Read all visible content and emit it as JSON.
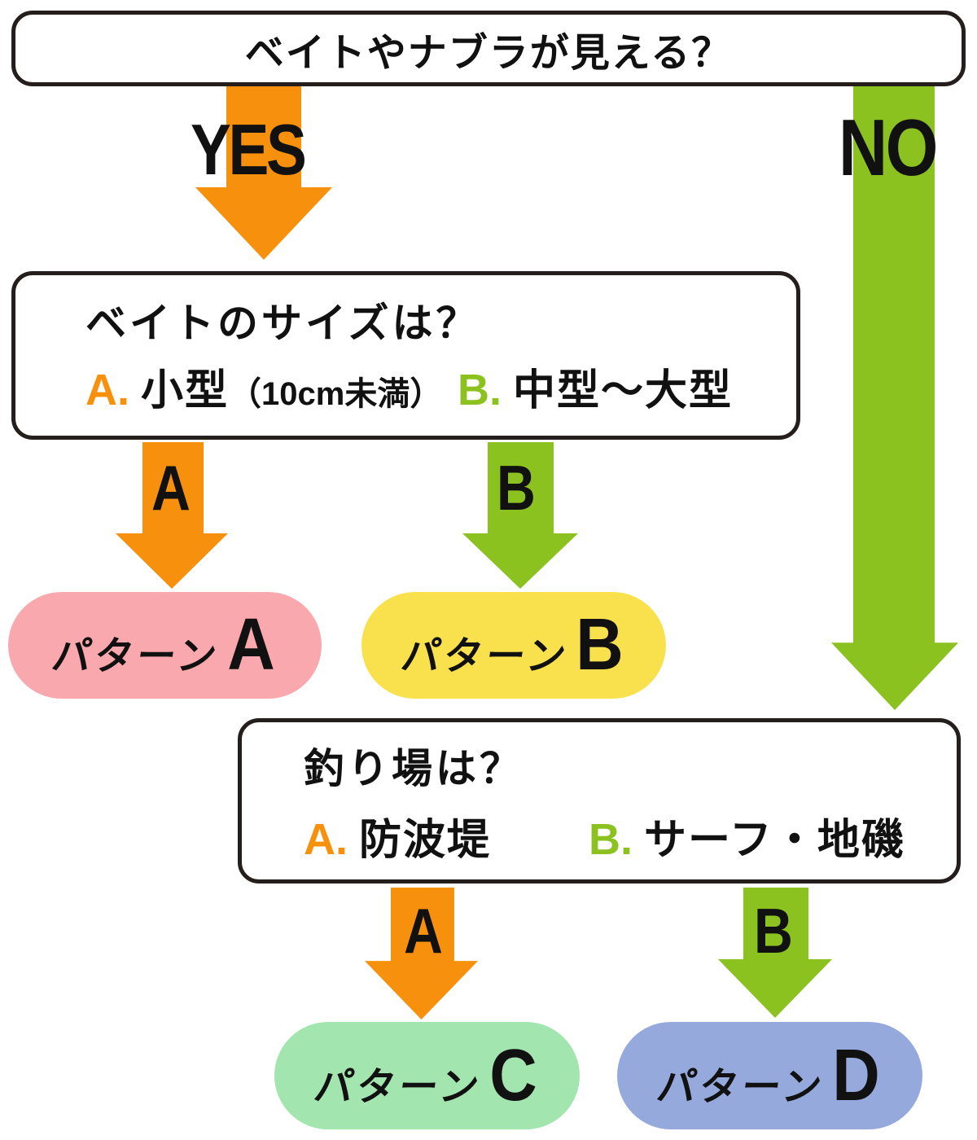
{
  "title_box": {
    "text": "ベイトやナブラが見える？"
  },
  "branch_labels": {
    "yes": "YES",
    "no": "NO"
  },
  "size_box": {
    "heading": "ベイトのサイズは？",
    "option_a": {
      "letter": "A.",
      "text": "小型",
      "note": "（10cm未満）"
    },
    "option_b": {
      "letter": "B.",
      "text": "中型～大型"
    }
  },
  "size_arrows": {
    "a": "A",
    "b": "B"
  },
  "place_box": {
    "heading": "釣り場は？",
    "option_a": {
      "letter": "A.",
      "text": "防波堤"
    },
    "option_b": {
      "letter": "B.",
      "text": "サーフ・地磯"
    }
  },
  "place_arrows": {
    "a": "A",
    "b": "B"
  },
  "pills": {
    "a": {
      "prefix": "パターン",
      "letter": "A"
    },
    "b": {
      "prefix": "パターン",
      "letter": "B"
    },
    "c": {
      "prefix": "パターン",
      "letter": "C"
    },
    "d": {
      "prefix": "パターン",
      "letter": "D"
    }
  },
  "colors": {
    "orange": "#F7900D",
    "green": "#8CC220",
    "pink": "#F9A9AD",
    "yellow": "#F9E14D",
    "mint": "#A2E5AF",
    "blue": "#96A9DD",
    "border": "#241F1C"
  }
}
